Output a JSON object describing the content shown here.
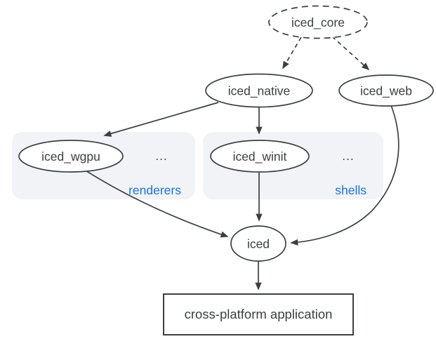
{
  "colors": {
    "accent": "#1a73e8",
    "stroke": "#3c4043",
    "text": "#3c4043",
    "group_fill": "#f1f3f6"
  },
  "nodes": {
    "core": {
      "label": "iced_core"
    },
    "native": {
      "label": "iced_native"
    },
    "web": {
      "label": "iced_web"
    },
    "wgpu": {
      "label": "iced_wgpu"
    },
    "winit": {
      "label": "iced_winit"
    },
    "iced": {
      "label": "iced"
    },
    "app": {
      "label": "cross-platform application"
    }
  },
  "groups": {
    "renderers": {
      "label": "renderers",
      "ellipsis": "..."
    },
    "shells": {
      "label": "shells",
      "ellipsis": "..."
    }
  }
}
